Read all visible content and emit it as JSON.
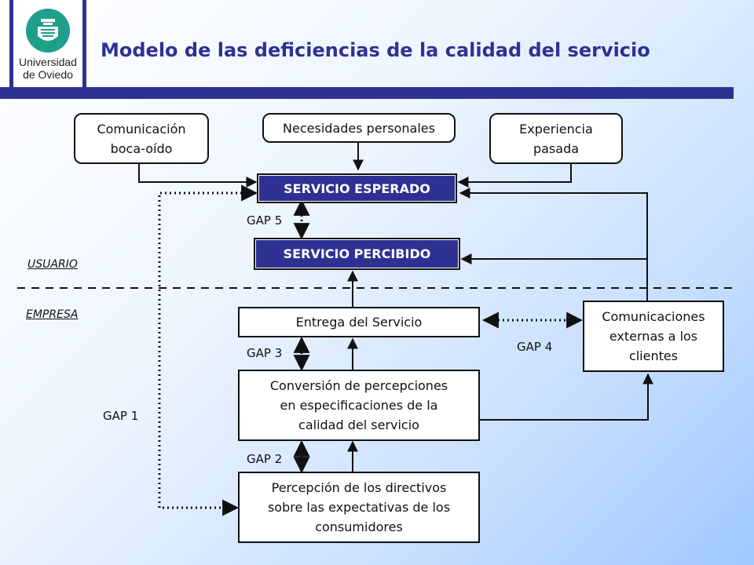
{
  "header": {
    "title": "Modelo de las deficiencias de la calidad del servicio",
    "logo_line1": "Universidad",
    "logo_line2": "de Oviedo"
  },
  "zones": {
    "top": "USUARIO",
    "bottom": "EMPRESA"
  },
  "boxes": {
    "comunicacion": [
      "Comunicación",
      "boca-oído"
    ],
    "necesidades": "Necesidades personales",
    "experiencia": [
      "Experiencia",
      "pasada"
    ],
    "esperado": "SERVICIO ESPERADO",
    "percibido": "SERVICIO PERCIBIDO",
    "entrega": "Entrega del Servicio",
    "comunicaciones_ext": [
      "Comunicaciones",
      "externas a los",
      "clientes"
    ],
    "conversion": [
      "Conversión de percepciones",
      "en especificaciones de la",
      "calidad del servicio"
    ],
    "percepcion": [
      "Percepción de los directivos",
      "sobre las expectativas de los",
      "consumidores"
    ]
  },
  "gaps": {
    "gap1": "GAP 1",
    "gap2": "GAP 2",
    "gap3": "GAP 3",
    "gap4": "GAP 4",
    "gap5": "GAP 5"
  },
  "colors": {
    "brand": "#2e3192",
    "logo_green": "#1f9e8a"
  }
}
